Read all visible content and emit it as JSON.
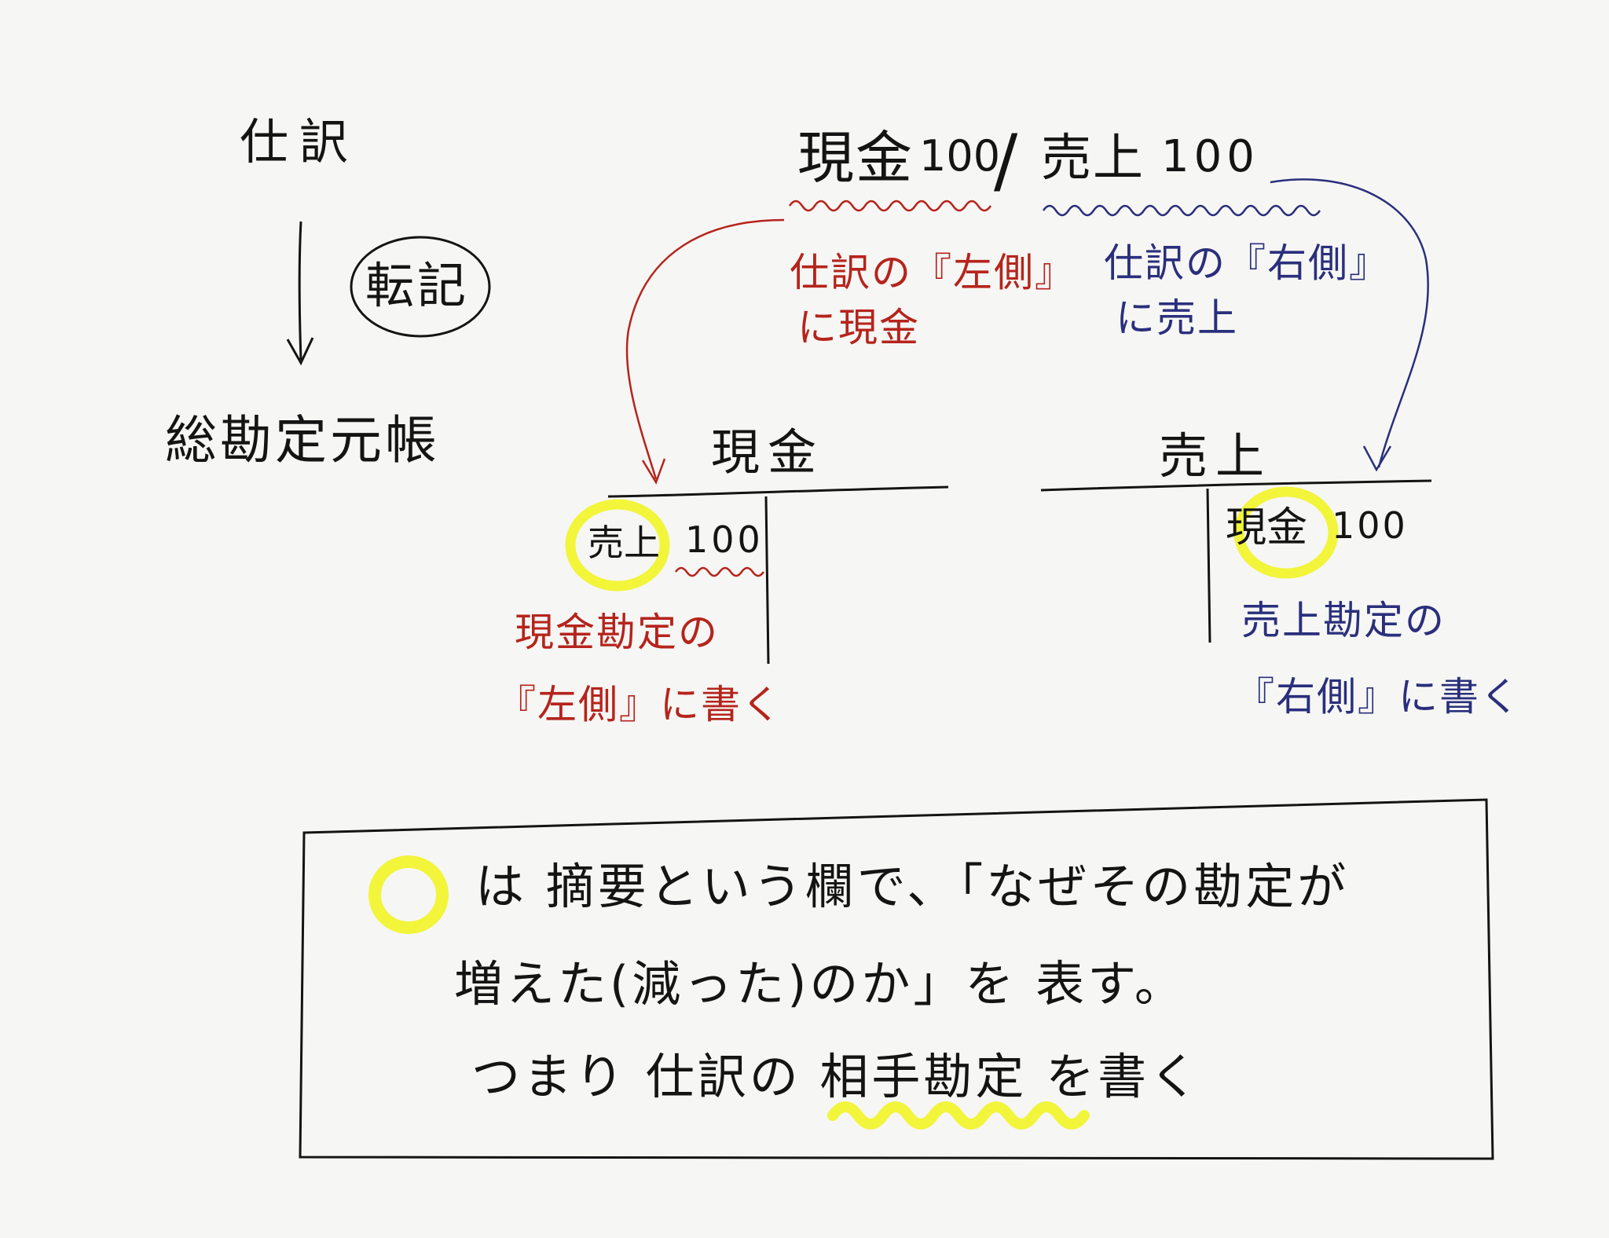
{
  "colors": {
    "ink": "#141414",
    "red": "#b5241c",
    "blue": "#2a2f7c",
    "highlight": "#f2f53a",
    "paper": "#f6f6f4"
  },
  "flow": {
    "top": "仕訳",
    "badge": "転記",
    "bottom": "総勘定元帳"
  },
  "entry": {
    "debit_account": "現金",
    "debit_amount": "100",
    "separator": "/",
    "credit_account": "売上",
    "credit_amount": "100"
  },
  "notes": {
    "red_line1": "仕訳の『左側』",
    "red_line2": "に現金",
    "blue_line1": "仕訳の『右側』",
    "blue_line2": "に売上"
  },
  "cash_ledger": {
    "title": "現金",
    "entry_label": "売上",
    "entry_amount": "100",
    "note_line1": "現金勘定の",
    "note_line2": "『左側』に書く"
  },
  "sales_ledger": {
    "title": "売上",
    "entry_label": "現金",
    "entry_amount": "100",
    "note_line1": "売上勘定の",
    "note_line2": "『右側』に書く"
  },
  "summary": {
    "line1": "は 摘要という欄で、「なぜその勘定が",
    "line2": "増えた(減った)のか」を 表す。",
    "line3": "つまり 仕訳の 相手勘定 を書く"
  }
}
